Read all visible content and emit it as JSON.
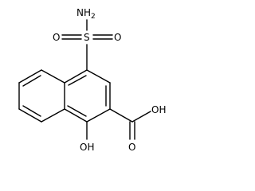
{
  "diagram": {
    "type": "chemical-structure",
    "labels": {
      "amine": "NH2",
      "sulfur": "S",
      "oxygen_left": "O",
      "oxygen_right": "O",
      "carboxyl_oh": "OH",
      "carbonyl_o": "O",
      "hydroxyl": "OH"
    },
    "colors": {
      "bond": "#000000",
      "text": "#000000",
      "background": "#ffffff"
    }
  }
}
